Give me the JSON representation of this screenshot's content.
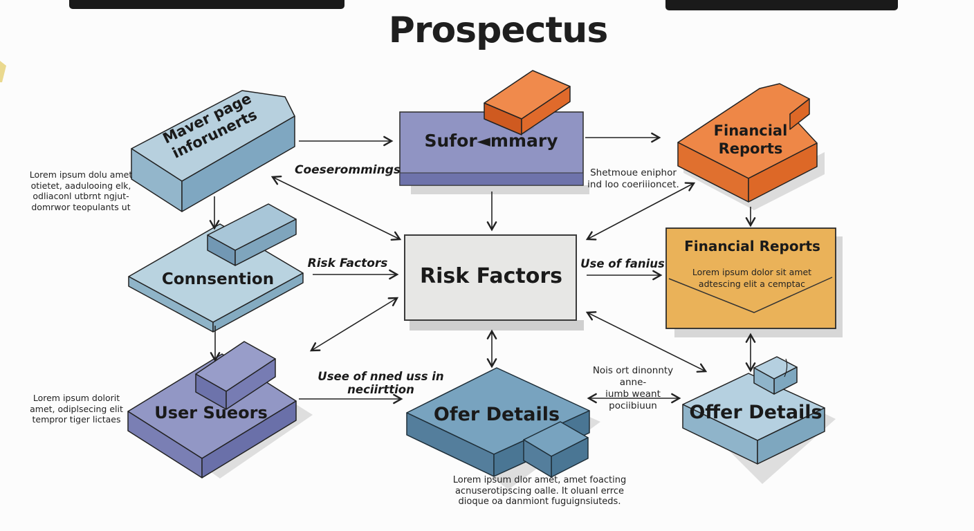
{
  "title": "Prospectus",
  "blocks": {
    "maver": {
      "line1": "Maver page",
      "line2": "inforunerts"
    },
    "summary": {
      "label": "Sufor◄mmary"
    },
    "financial_top": {
      "line1": "Financial",
      "line2": "Reports"
    },
    "connsention": {
      "label": "Connsention"
    },
    "risk": {
      "label": "Risk Factors"
    },
    "financial_box": {
      "title": "Financial Reports",
      "body_line1": "Lorem ipsum dolor sit amet",
      "body_line2": "adtescing elit a cemptac"
    },
    "user_sueors": {
      "label": "User Sueors"
    },
    "ofer_details": {
      "label": "Ofer Details"
    },
    "offer_details": {
      "label": "Offer Details"
    }
  },
  "edge_labels": {
    "coeserommings": "Coeserommings",
    "risk_factors": "Risk Factors",
    "use_of_fanius": "Use of fanius",
    "usee_of_nned": "Usee of nned uss in neciirttion",
    "shetmoue_line1": "Shetmoue eniphor",
    "shetmoue_line2": "ind loo coeriiioncet.",
    "nois_line1": "Nois ort dinonnty anne-",
    "nois_line2": "iumb weant pociibiuun"
  },
  "annotations": {
    "left_top": [
      "Lorem ipsum dolu amet",
      "otietet, aadulooing elk,",
      "odliaconl utbrnt ngjut-",
      "domrwor teopulants ut"
    ],
    "left_bottom": [
      "Lorem ipsum dolorit",
      "amet, odiplsecing elit",
      "tempror tiger lictaes"
    ],
    "bottom": [
      "Lorem ipsum dlor amet, amet foacting",
      "acnuserotipscing oalle. It oluanl errce",
      "dioque oa danmiont fuguignsiuteds."
    ]
  },
  "colors": {
    "light_blue_top": "#b7d0de",
    "steel_blue_top": "#78a3bf",
    "purple_box": "#9094c3",
    "purple_slab": "#9297c5",
    "orange": "#ee8747",
    "amber_box": "#eab259",
    "gray_box": "#e7e7e5",
    "arrow": "#222222"
  }
}
